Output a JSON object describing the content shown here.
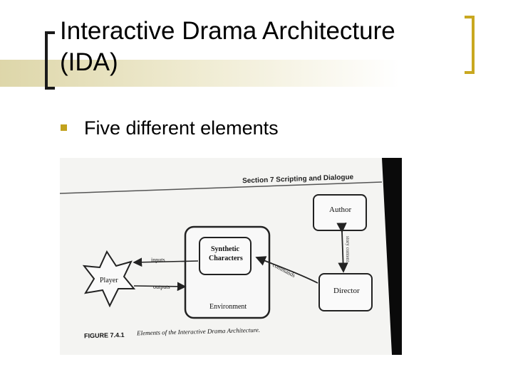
{
  "slide": {
    "title": "Interactive Drama Architecture (IDA)",
    "bullets": [
      {
        "text": "Five different elements"
      }
    ]
  },
  "figure": {
    "header": "Section 7   Scripting and Dialogue",
    "nodes": {
      "author": "Author",
      "director": "Director",
      "player": "Player",
      "synthetic_line1": "Synthetic",
      "synthetic_line2": "Characters",
      "environment": "Environment"
    },
    "edge_labels": {
      "inputs": "inputs",
      "outputs": "outputs",
      "commands": "commands",
      "story_content": "story content"
    },
    "caption_label": "FIGURE 7.4.1",
    "caption_text": "Elements of the Interactive Drama Architecture."
  },
  "colors": {
    "accent": "#c2a21d",
    "bracket_right": "#c9a820",
    "bracket_left": "#1a1a1a"
  }
}
